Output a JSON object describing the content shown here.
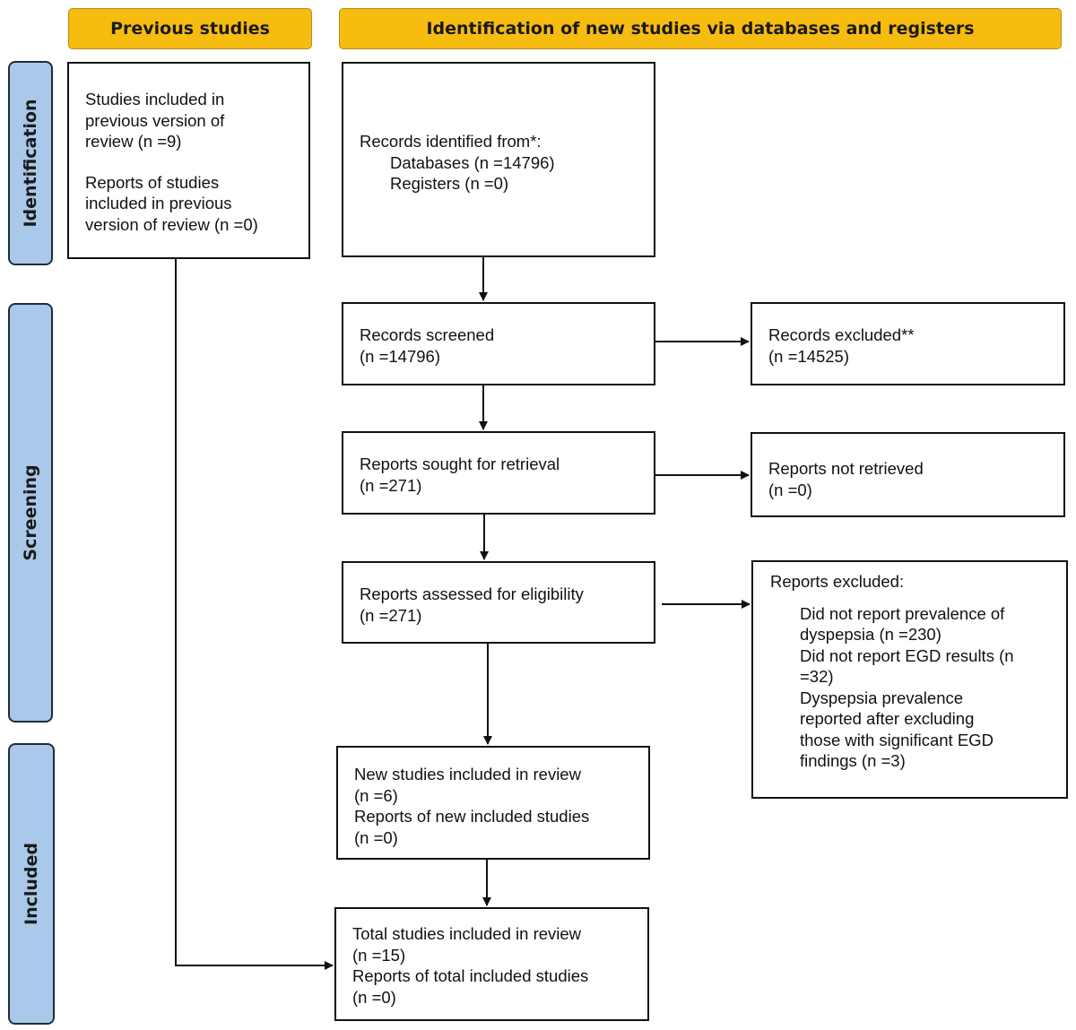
{
  "headers": {
    "previous": "Previous studies",
    "new": "Identification of new studies via databases and registers"
  },
  "phases": {
    "identification": "Identification",
    "screening": "Screening",
    "included": "Included"
  },
  "previous_box": {
    "l1": "Studies included in",
    "l2": "previous version of",
    "l3": "review (n =9)",
    "l4": "Reports of studies",
    "l5": "included in previous",
    "l6": "version of review (n =0)"
  },
  "records_identified": {
    "l1": "Records identified from*:",
    "l2": "Databases (n =14796)",
    "l3": "Registers (n =0)"
  },
  "records_screened": {
    "l1": "Records screened",
    "l2": "(n =14796)"
  },
  "records_excluded": {
    "l1": "Records excluded**",
    "l2": "(n =14525)"
  },
  "reports_sought": {
    "l1": "Reports sought for retrieval",
    "l2": "(n =271)"
  },
  "reports_not_retrieved": {
    "l1": "Reports not retrieved",
    "l2": "(n =0)"
  },
  "reports_assessed": {
    "l1": "Reports assessed for eligibility",
    "l2": "(n =271)"
  },
  "reports_excluded": {
    "title": "Reports excluded:",
    "l1": "Did not report prevalence of",
    "l2": "dyspepsia (n =230)",
    "l3": "Did not report EGD results (n",
    "l4": "=32)",
    "l5": "Dyspepsia prevalence",
    "l6": "reported after excluding",
    "l7": "those with significant EGD",
    "l8": "findings (n =3)"
  },
  "new_included": {
    "l1": "New studies included in review",
    "l2": "(n =6)",
    "l3": "Reports of new included studies",
    "l4": "(n =0)"
  },
  "total_included": {
    "l1": "Total studies included in review",
    "l2": "(n =15)",
    "l3": "Reports of total included studies",
    "l4": "(n =0)"
  }
}
